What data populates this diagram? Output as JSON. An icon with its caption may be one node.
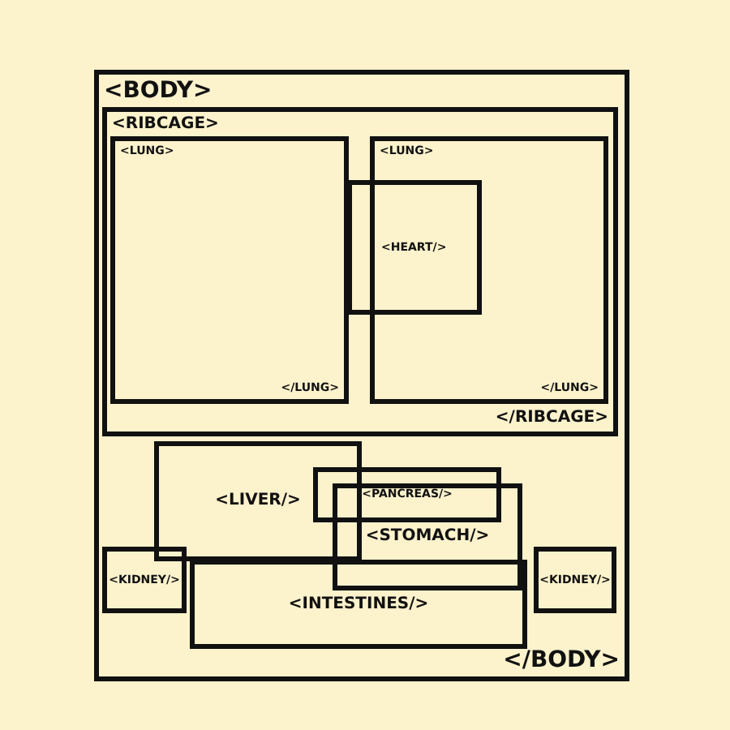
{
  "diagram": {
    "nodes": [
      {
        "text": [
          "<BODY>",
          "</BODY>"
        ]
      },
      {
        "text": [
          "<RIBCAGE>",
          "</RIBCAGE>"
        ],
        "in": 0
      },
      {
        "text": [
          "<LUNG>",
          "</LUNG>"
        ],
        "in": 1
      },
      {
        "text": [
          "<LUNG>",
          "</LUNG>"
        ],
        "in": 1
      },
      {
        "text": [
          "<HEART/>"
        ],
        "in": 1
      },
      {
        "text": [
          "<LIVER/>"
        ],
        "in": 0
      },
      {
        "text": [
          "<PANCREAS/>"
        ],
        "in": 0
      },
      {
        "text": [
          "<STOMACH/>"
        ],
        "in": 0
      },
      {
        "text": [
          "<KIDNEY/>"
        ],
        "in": 0
      },
      {
        "text": [
          "<INTESTINES/>"
        ],
        "in": 0
      },
      {
        "text": [
          "<KIDNEY/>"
        ],
        "in": 0
      }
    ],
    "edges": []
  }
}
